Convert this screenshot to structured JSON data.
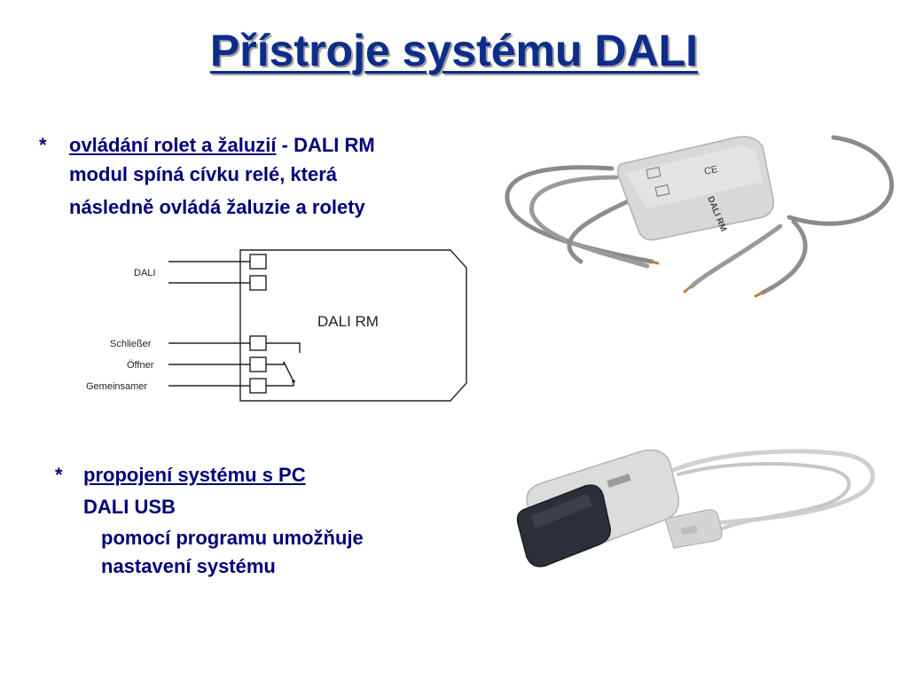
{
  "title": "Přístroje systému DALI",
  "bullet1": {
    "star": "*",
    "heading": "ovládání rolet a žaluzií",
    "rest": " - DALI RM",
    "line2": "modul spíná cívku relé, která",
    "line3": "následně ovládá žaluzie a rolety"
  },
  "diagram": {
    "label_dali": "DALI",
    "label_schliesser": "Schließer",
    "label_offner": "Öffner",
    "label_gemeinsamer": "Gemeinsamer",
    "box_label": "DALI RM"
  },
  "device_rm": {
    "label_ce": "CE",
    "label_model": "DALI RM"
  },
  "bullet2": {
    "star": "*",
    "heading": "propojení systému s PC",
    "line2": "DALI USB",
    "line3": "pomocí programu umožňuje",
    "line4": "nastavení systému"
  }
}
